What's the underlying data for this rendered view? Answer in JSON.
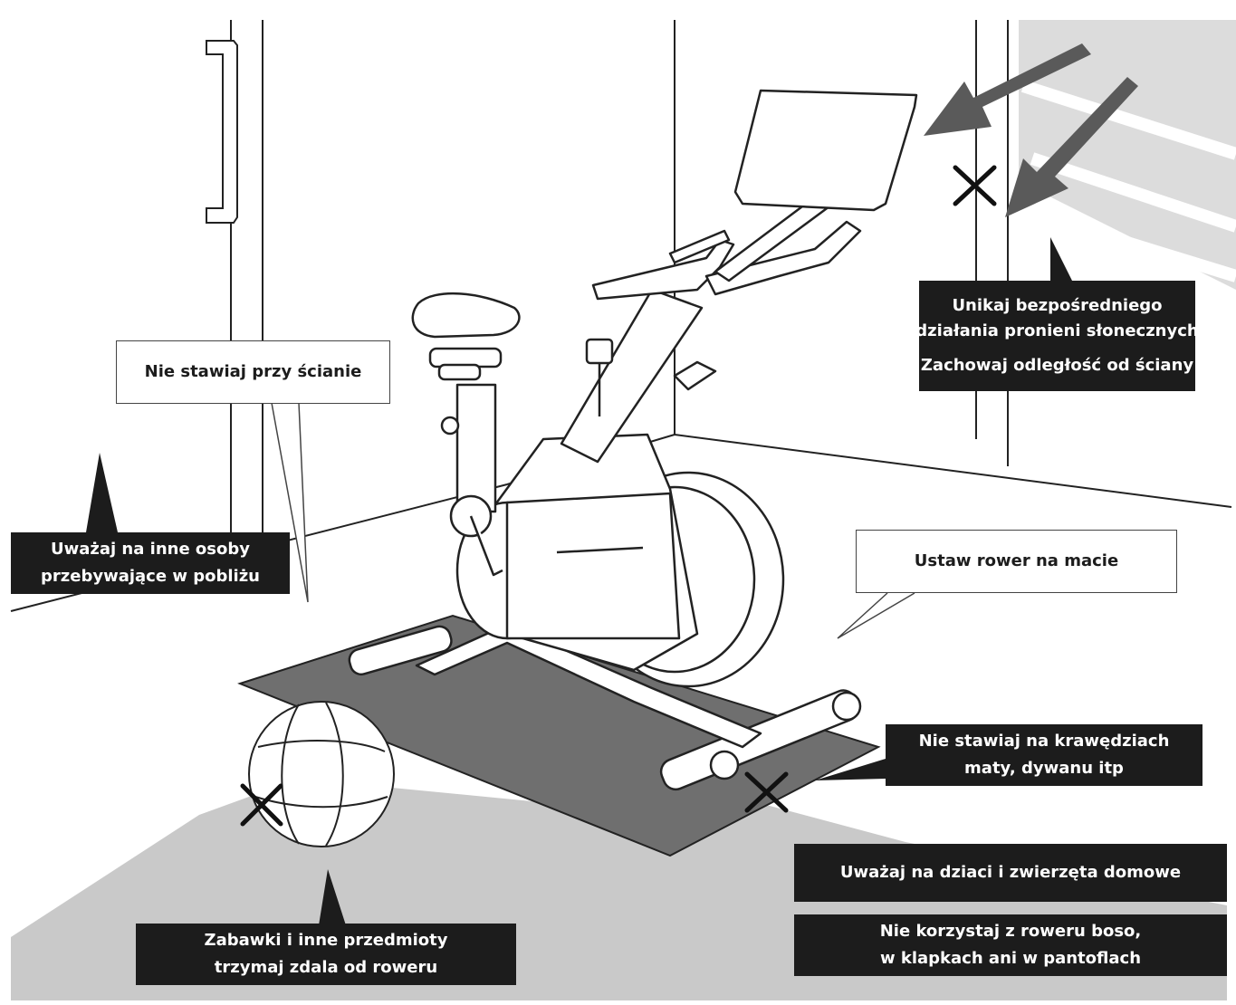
{
  "colors": {
    "dark_box": "#1c1c1c",
    "mat": "#6f6f6f",
    "floor": "#c9c9c9",
    "sun": "#dcdcdc",
    "arrow": "#5a5a5a",
    "line": "#222222"
  },
  "callouts": {
    "sun": {
      "line1": "Unikaj bezpośredniego",
      "line2": "działania pronieni słonecznych",
      "line3": "Zachowaj odległość od ściany"
    },
    "wall": {
      "line1": "Nie stawiaj przy ścianie"
    },
    "people": {
      "line1": "Uważaj na inne osoby",
      "line2": "przebywające w pobliżu"
    },
    "mat": {
      "line1": "Ustaw rower na macie"
    },
    "edges": {
      "line1": "Nie stawiaj na krawędziach",
      "line2": "maty, dywanu itp"
    },
    "kids": {
      "line1": "Uważaj na dziaci i zwierzęta domowe"
    },
    "barefoot": {
      "line1": "Nie korzystaj z roweru boso,",
      "line2": "w klapkach ani w pantoflach"
    },
    "toys": {
      "line1": "Zabawki i inne przedmioty",
      "line2": "trzymaj zdala od roweru"
    }
  }
}
